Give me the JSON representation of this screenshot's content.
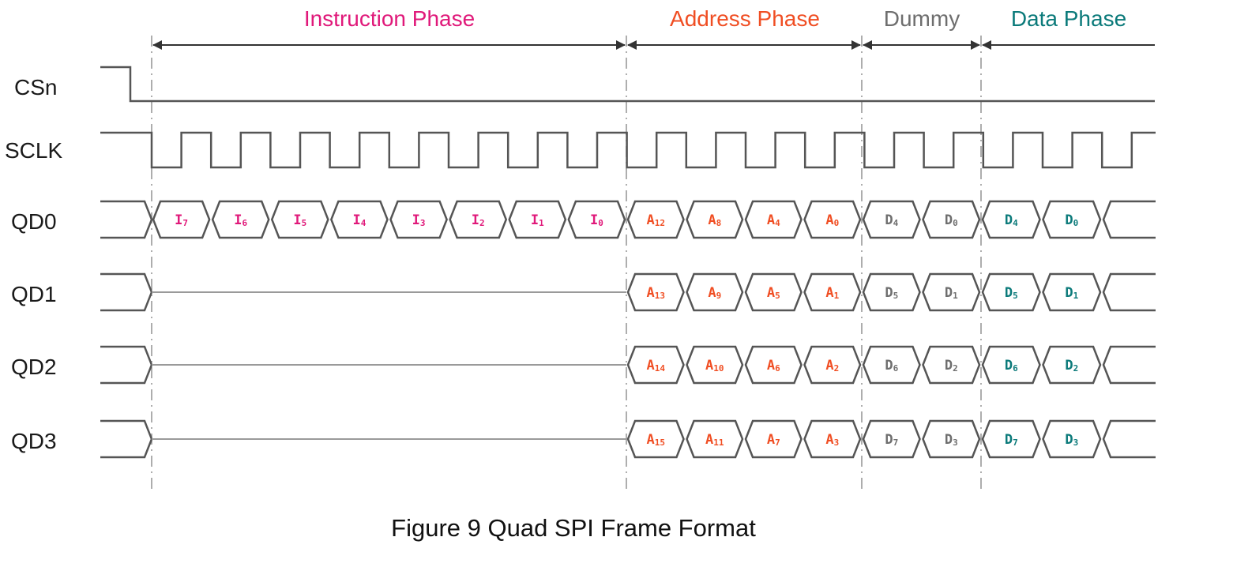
{
  "caption": "Figure 9 Quad SPI Frame Format",
  "colors": {
    "instruction": "#e0197a",
    "address": "#f04e23",
    "dummy": "#6e6e6e",
    "data": "#0b7a7a",
    "wave": "#555555"
  },
  "phases": [
    {
      "id": "instruction",
      "label": "Instruction Phase",
      "color": "#e0197a"
    },
    {
      "id": "address",
      "label": "Address Phase",
      "color": "#f04e23"
    },
    {
      "id": "dummy",
      "label": "Dummy",
      "color": "#6e6e6e"
    },
    {
      "id": "data",
      "label": "Data Phase",
      "color": "#0b7a7a"
    }
  ],
  "signals": [
    "CSn",
    "SCLK",
    "QD0",
    "QD1",
    "QD2",
    "QD3"
  ],
  "lanes": {
    "QD0": {
      "instruction": [
        [
          "I",
          "7"
        ],
        [
          "I",
          "6"
        ],
        [
          "I",
          "5"
        ],
        [
          "I",
          "4"
        ],
        [
          "I",
          "3"
        ],
        [
          "I",
          "2"
        ],
        [
          "I",
          "1"
        ],
        [
          "I",
          "0"
        ]
      ],
      "address": [
        [
          "A",
          "12"
        ],
        [
          "A",
          "8"
        ],
        [
          "A",
          "4"
        ],
        [
          "A",
          "0"
        ]
      ],
      "dummy": [
        [
          "D",
          "4"
        ],
        [
          "D",
          "0"
        ]
      ],
      "data": [
        [
          "D",
          "4"
        ],
        [
          "D",
          "0"
        ]
      ]
    },
    "QD1": {
      "address": [
        [
          "A",
          "13"
        ],
        [
          "A",
          "9"
        ],
        [
          "A",
          "5"
        ],
        [
          "A",
          "1"
        ]
      ],
      "dummy": [
        [
          "D",
          "5"
        ],
        [
          "D",
          "1"
        ]
      ],
      "data": [
        [
          "D",
          "5"
        ],
        [
          "D",
          "1"
        ]
      ]
    },
    "QD2": {
      "address": [
        [
          "A",
          "14"
        ],
        [
          "A",
          "10"
        ],
        [
          "A",
          "6"
        ],
        [
          "A",
          "2"
        ]
      ],
      "dummy": [
        [
          "D",
          "6"
        ],
        [
          "D",
          "2"
        ]
      ],
      "data": [
        [
          "D",
          "6"
        ],
        [
          "D",
          "2"
        ]
      ]
    },
    "QD3": {
      "address": [
        [
          "A",
          "15"
        ],
        [
          "A",
          "11"
        ],
        [
          "A",
          "7"
        ],
        [
          "A",
          "3"
        ]
      ],
      "dummy": [
        [
          "D",
          "7"
        ],
        [
          "D",
          "3"
        ]
      ],
      "data": [
        [
          "D",
          "7"
        ],
        [
          "D",
          "3"
        ]
      ]
    }
  }
}
